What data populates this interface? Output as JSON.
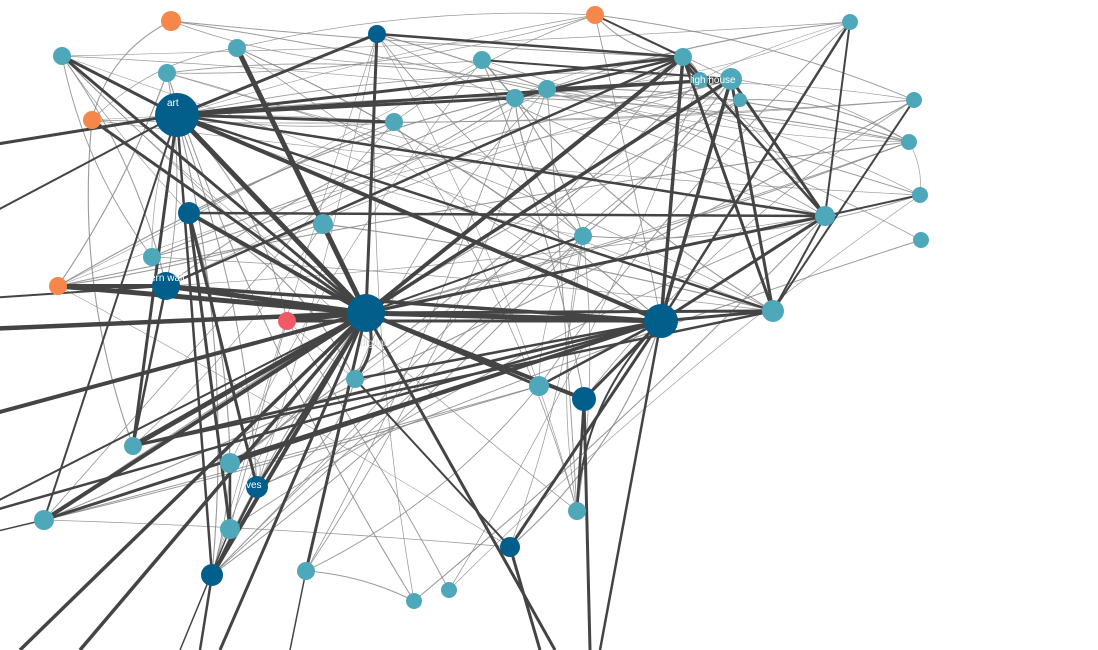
{
  "graph": {
    "colors": {
      "background": "#ffffff",
      "edge": "#444444",
      "edge_faint": "#888888",
      "node_light": "#4fa8b9",
      "node_dark": "#025f8c",
      "node_orange": "#f5874a",
      "node_red": "#f05a67",
      "label": "#dddddd",
      "label_inner": "#ffffff"
    },
    "nodes": [
      {
        "id": "n0",
        "kind": "dark",
        "label": "art"
      },
      {
        "id": "n1",
        "kind": "dark",
        "label": ""
      },
      {
        "id": "n2",
        "kind": "dark",
        "label": ""
      },
      {
        "id": "n3",
        "kind": "dark",
        "label": "digital"
      },
      {
        "id": "n4",
        "kind": "dark",
        "label": ""
      },
      {
        "id": "n5",
        "kind": "dark",
        "label": "ern wall"
      },
      {
        "id": "n6",
        "kind": "dark",
        "label": ""
      },
      {
        "id": "n7",
        "kind": "dark",
        "label": "ves"
      },
      {
        "id": "n8",
        "kind": "dark",
        "label": ""
      },
      {
        "id": "n9",
        "kind": "dark",
        "label": ""
      },
      {
        "id": "n10",
        "kind": "dark",
        "label": ""
      },
      {
        "id": "n11",
        "kind": "orange",
        "label": ""
      },
      {
        "id": "n12",
        "kind": "orange",
        "label": ""
      },
      {
        "id": "n13",
        "kind": "orange",
        "label": ""
      },
      {
        "id": "n14",
        "kind": "orange",
        "label": ""
      },
      {
        "id": "n15",
        "kind": "red",
        "label": ""
      },
      {
        "id": "n16",
        "kind": "light",
        "label": ""
      },
      {
        "id": "n17",
        "kind": "light",
        "label": ""
      },
      {
        "id": "n18",
        "kind": "light",
        "label": ""
      },
      {
        "id": "n19",
        "kind": "light",
        "label": ""
      },
      {
        "id": "n20",
        "kind": "light",
        "label": ""
      },
      {
        "id": "n21",
        "kind": "light",
        "label": ""
      },
      {
        "id": "n22",
        "kind": "light",
        "label": ""
      },
      {
        "id": "n23",
        "kind": "light",
        "label": "ligh house"
      },
      {
        "id": "n24",
        "kind": "light",
        "label": ""
      },
      {
        "id": "n25",
        "kind": "light",
        "label": ""
      },
      {
        "id": "n26",
        "kind": "light",
        "label": ""
      },
      {
        "id": "n27",
        "kind": "light",
        "label": ""
      },
      {
        "id": "n28",
        "kind": "light",
        "label": ""
      },
      {
        "id": "n29",
        "kind": "light",
        "label": ""
      },
      {
        "id": "n30",
        "kind": "light",
        "label": ""
      },
      {
        "id": "n31",
        "kind": "light",
        "label": ""
      },
      {
        "id": "n32",
        "kind": "light",
        "label": ""
      },
      {
        "id": "n33",
        "kind": "light",
        "label": ""
      },
      {
        "id": "n34",
        "kind": "light",
        "label": ""
      },
      {
        "id": "n35",
        "kind": "light",
        "label": ""
      },
      {
        "id": "n36",
        "kind": "light",
        "label": ""
      },
      {
        "id": "n37",
        "kind": "light",
        "label": ""
      },
      {
        "id": "n38",
        "kind": "light",
        "label": ""
      },
      {
        "id": "n39",
        "kind": "light",
        "label": ""
      },
      {
        "id": "n40",
        "kind": "light",
        "label": ""
      },
      {
        "id": "n41",
        "kind": "light",
        "label": ""
      },
      {
        "id": "n42",
        "kind": "light",
        "label": ""
      },
      {
        "id": "n43",
        "kind": "light",
        "label": ""
      },
      {
        "id": "n44",
        "kind": "light",
        "label": ""
      },
      {
        "id": "n45",
        "kind": "light",
        "label": ""
      },
      {
        "id": "n46",
        "kind": "light",
        "label": ""
      },
      {
        "id": "n47",
        "kind": "light",
        "label": ""
      }
    ]
  }
}
